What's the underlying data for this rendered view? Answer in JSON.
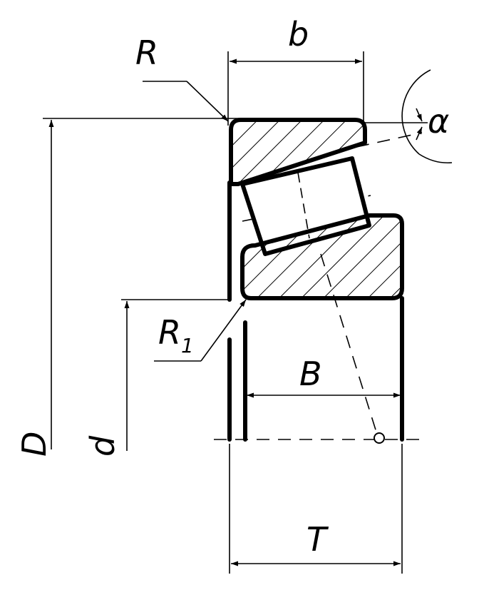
{
  "labels": {
    "b": "b",
    "R": "R",
    "alpha": "α",
    "R1_main": "R",
    "R1_sub": "1",
    "B": "B",
    "D": "D",
    "d": "d",
    "T": "T"
  },
  "colors": {
    "ink": "#000000",
    "paper": "#ffffff"
  }
}
